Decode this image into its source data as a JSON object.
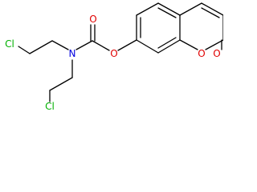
{
  "structure": {
    "atoms": {
      "cl_top": "Cl",
      "cl_bottom": "Cl",
      "n": "N",
      "o_carbonyl": "O",
      "o_ester": "O",
      "o_ring": "O",
      "o_lactone": "O"
    }
  },
  "colors": {
    "chlorine": "#00b000",
    "nitrogen": "#0000e0",
    "oxygen": "#e00000",
    "bond": "#000000"
  }
}
